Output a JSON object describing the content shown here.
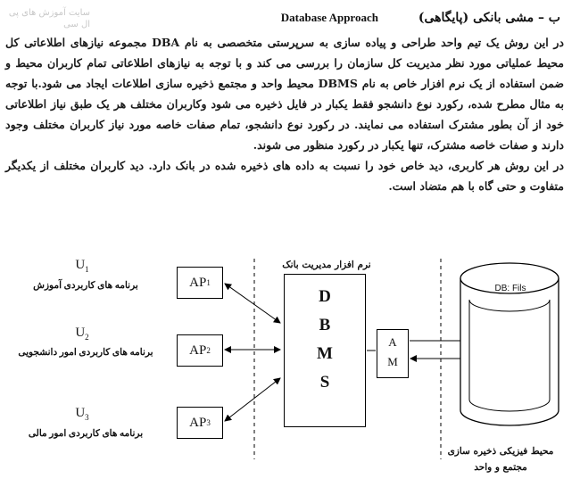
{
  "watermark": "سایت آموزش های پی ال سی",
  "heading": {
    "fa": "ب – مشی بانکی (پایگاهی)",
    "en": "Database Approach"
  },
  "paragraphs": [
    "در این روش یک تیم واحد طراحی و پیاده سازی به سرپرستی متخصصی به نام DBA مجموعه نیازهای اطلاعاتی کل محیط عملیاتی مورد نظر مدیریت کل سازمان را بررسی می کند و با توجه به نیازهای اطلاعاتی تمام کاربران محیط و ضمن استفاده از یک نرم افزار خاص به نام DBMS محیط واحد و مجتمع ذخیره سازی اطلاعات ایجاد می شود.با توجه به مثال مطرح شده، رکورد نوع دانشجو فقط یکبار در فایل ذخیره می شود وکاربران مختلف هر یک طبق نیاز اطلاعاتی خود از آن بطور مشترک استفاده می نمایند. در رکورد نوع دانشجو، تمام صفات خاصه مورد نیاز کاربران مختلف وجود دارند و صفات خاصه مشترک، تنها یکبار در رکورد منظور می شوند.",
    "در این روش هر کاربری، دید خاص خود را نسبت به داده های ذخیره شده در بانک دارد. دید کاربران مختلف از یکدیگر متفاوت و حتی گاه با هم متضاد است."
  ],
  "diagram": {
    "users": [
      {
        "name": "U",
        "index": "1",
        "program": "برنامه های کاربردی آموزش",
        "ap": "AP",
        "ap_index": "1"
      },
      {
        "name": "U",
        "index": "2",
        "program": "برنامه های کاربردی امور دانشجویی",
        "ap": "AP",
        "ap_index": "2"
      },
      {
        "name": "U",
        "index": "3",
        "program": "برنامه های کاربردی امور مالی",
        "ap": "AP",
        "ap_index": "3"
      }
    ],
    "dbms_title": "نرم افزار مدیریت بانک",
    "dbms_letters": [
      "D",
      "B",
      "M",
      "S"
    ],
    "am_letters": [
      "A",
      "M"
    ],
    "db_label": "DB: Fils",
    "physical_label": [
      "محیط فیزیکی ذخیره سازی",
      "مجتمع و واحد"
    ]
  }
}
